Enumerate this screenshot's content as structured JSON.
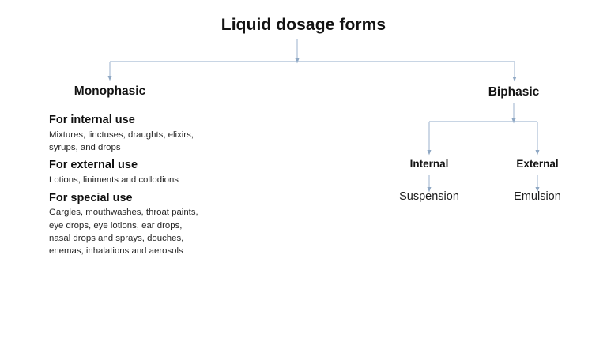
{
  "diagram": {
    "title": "Liquid dosage forms",
    "branches": {
      "left": {
        "label": "Monophasic",
        "sections": [
          {
            "heading": "For internal use",
            "lines": [
              "Mixtures, linctuses, draughts, elixirs,",
              "syrups, and drops"
            ]
          },
          {
            "heading": "For external use",
            "lines": [
              "Lotions, liniments and collodions"
            ]
          },
          {
            "heading": "For special use",
            "lines": [
              "Gargles, mouthwashes, throat paints,",
              "eye drops, eye lotions, ear drops,",
              "nasal drops and sprays, douches,",
              "enemas, inhalations and aerosols"
            ]
          }
        ]
      },
      "right": {
        "label": "Biphasic",
        "children": [
          {
            "label": "Internal",
            "leaf": "Suspension"
          },
          {
            "label": "External",
            "leaf": "Emulsion"
          }
        ]
      }
    },
    "colors": {
      "connector": "#a8bcd4",
      "text": "#131313",
      "background": "#ffffff"
    }
  }
}
